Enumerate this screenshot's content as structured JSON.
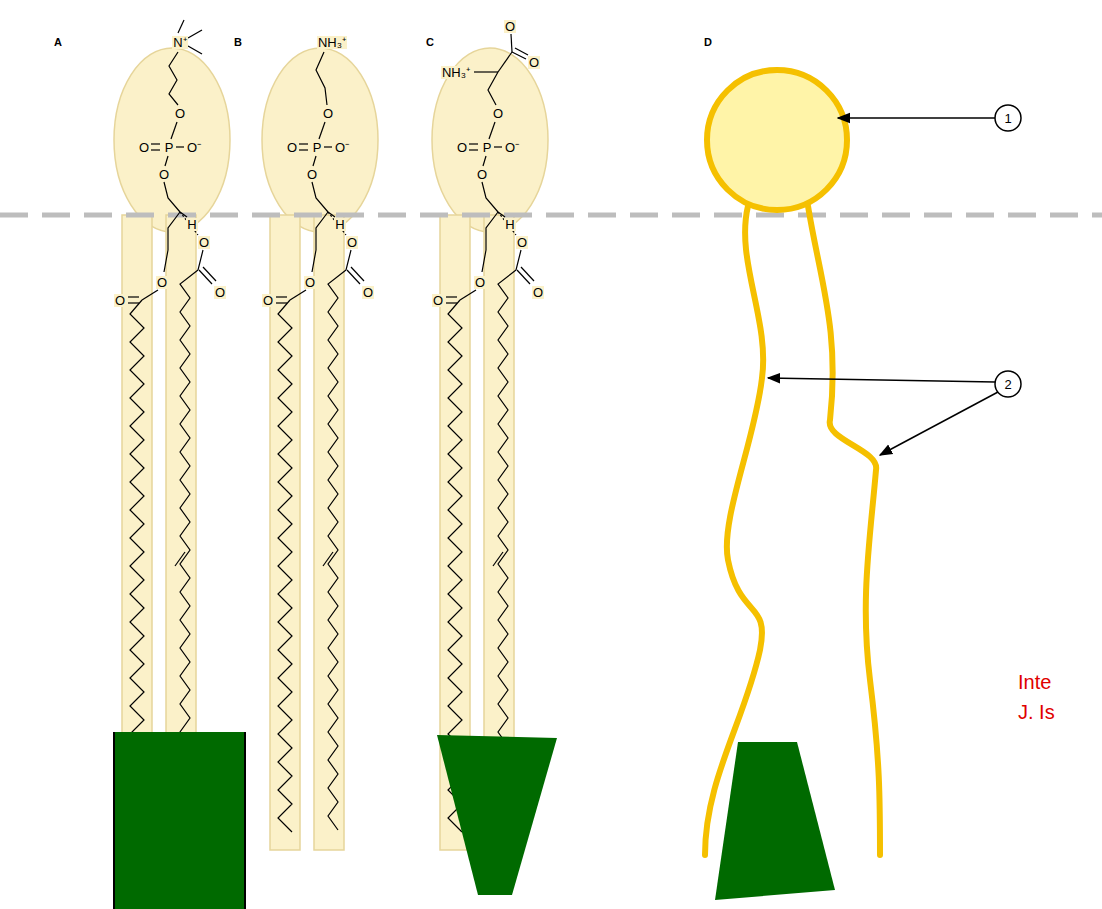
{
  "diagram": {
    "labels": [
      "A",
      "N⁺",
      "O",
      "P",
      "O",
      "O⁻",
      "O",
      "H",
      "O",
      "O",
      "O",
      "O",
      "B",
      "NH₃⁺",
      "O",
      "P",
      "O",
      "O⁻",
      "O",
      "H",
      "O",
      "O",
      "O",
      "O",
      "C",
      "O",
      "O",
      "NH₃⁺",
      "O",
      "P",
      "O",
      "O⁻",
      "O",
      "H",
      "O",
      "O",
      "O",
      "O",
      "D",
      "1",
      "2",
      "Inte",
      "J. Is"
    ]
  }
}
